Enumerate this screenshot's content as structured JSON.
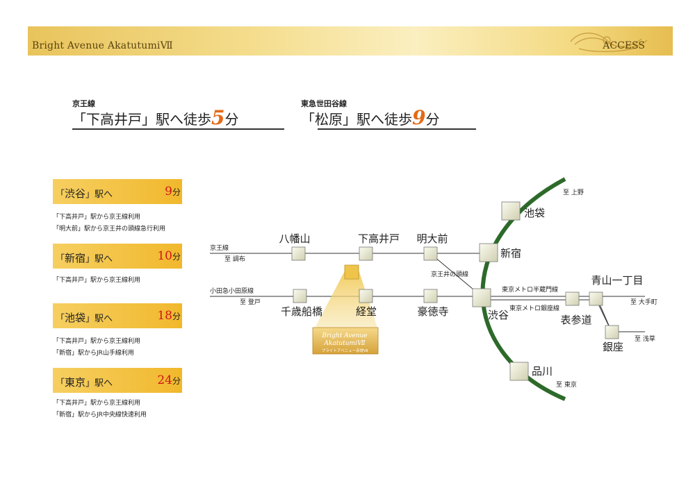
{
  "header": {
    "title": "Bright Avenue AkatutumiⅦ",
    "section": "ACCESS"
  },
  "walking": [
    {
      "line": "京王線",
      "prefix": "「下高井戸」駅へ徒歩",
      "minutes": "5",
      "unit": "分"
    },
    {
      "line": "東急世田谷線",
      "prefix": "「松原」駅へ徒歩",
      "minutes": "9",
      "unit": "分"
    }
  ],
  "routes": [
    {
      "dest_open": "「",
      "dest": "渋谷",
      "dest_close": "」駅へ",
      "minutes": "9",
      "unit": "分",
      "notes": [
        "「下高井戸」駅から京王線利用",
        "「明大前」駅から京王井の頭線急行利用"
      ]
    },
    {
      "dest_open": "「",
      "dest": "新宿",
      "dest_close": "」駅へ",
      "minutes": "10",
      "unit": "分",
      "notes": [
        "「下高井戸」駅から京王線利用"
      ]
    },
    {
      "dest_open": "「",
      "dest": "池袋",
      "dest_close": "」駅へ",
      "minutes": "18",
      "unit": "分",
      "notes": [
        "「下高井戸」駅から京王線利用",
        "「新宿」駅からJR山手線利用"
      ]
    },
    {
      "dest_open": "「",
      "dest": "東京",
      "dest_close": "」駅へ",
      "minutes": "24",
      "unit": "分",
      "notes": [
        "「下高井戸」駅から京王線利用",
        "「新宿」駅からJR中央線快速利用"
      ]
    }
  ],
  "map": {
    "lines": {
      "keio": "京王線",
      "keio_dir": "至 調布",
      "odakyu": "小田急小田原線",
      "odakyu_dir": "至 登戸",
      "inokashira": "京王井の頭線",
      "hanzomon": "東京メトロ半蔵門線",
      "ginza": "東京メトロ銀座線"
    },
    "directions": {
      "ueno": "至 上野",
      "otemachi": "至 大手町",
      "asakusa": "至 浅草",
      "tokyo": "至 東京"
    },
    "stations": {
      "hachimanyama": "八幡山",
      "shimotakaido": "下高井戸",
      "meidaimae": "明大前",
      "ikebukuro": "池袋",
      "shinjuku": "新宿",
      "chitosefunabashi": "千歳船橋",
      "kyodo": "経堂",
      "gotokuji": "豪徳寺",
      "shibuya": "渋谷",
      "aoyama": "青山一丁目",
      "omotesando": "表参道",
      "ginza": "銀座",
      "shinagawa": "品川"
    },
    "property": {
      "name_line1": "Bright Avenue",
      "name_line2": "AkatutumiⅦ",
      "kana": "ブライトアベニュー赤堤Ⅶ"
    }
  },
  "colors": {
    "loop_line": "#2d6a2a",
    "accent_orange": "#e46a16",
    "minutes_red": "#d1151c",
    "gold": "#f1b82c"
  }
}
